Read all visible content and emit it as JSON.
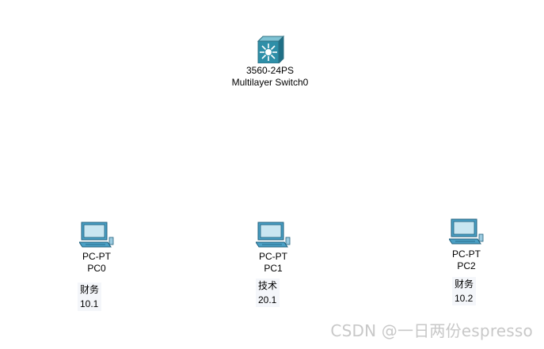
{
  "switch": {
    "model": "3560-24PS",
    "name": "Multilayer Switch0",
    "icon": "multilayer-switch-icon"
  },
  "pcs": [
    {
      "model": "PC-PT",
      "name": "PC0",
      "note_dept": "财务",
      "note_ip": "10.1",
      "icon": "pc-icon"
    },
    {
      "model": "PC-PT",
      "name": "PC1",
      "note_dept": "技术",
      "note_ip": "20.1",
      "icon": "pc-icon"
    },
    {
      "model": "PC-PT",
      "name": "PC2",
      "note_dept": "财务",
      "note_ip": "10.2",
      "icon": "pc-icon"
    }
  ],
  "watermark": "CSDN @一日两份espresso",
  "colors": {
    "switch_face": "#2e8fa8",
    "switch_top": "#7fc3d4",
    "pc_body": "#4a9fc4",
    "note_bg": "#f4f6fa"
  }
}
